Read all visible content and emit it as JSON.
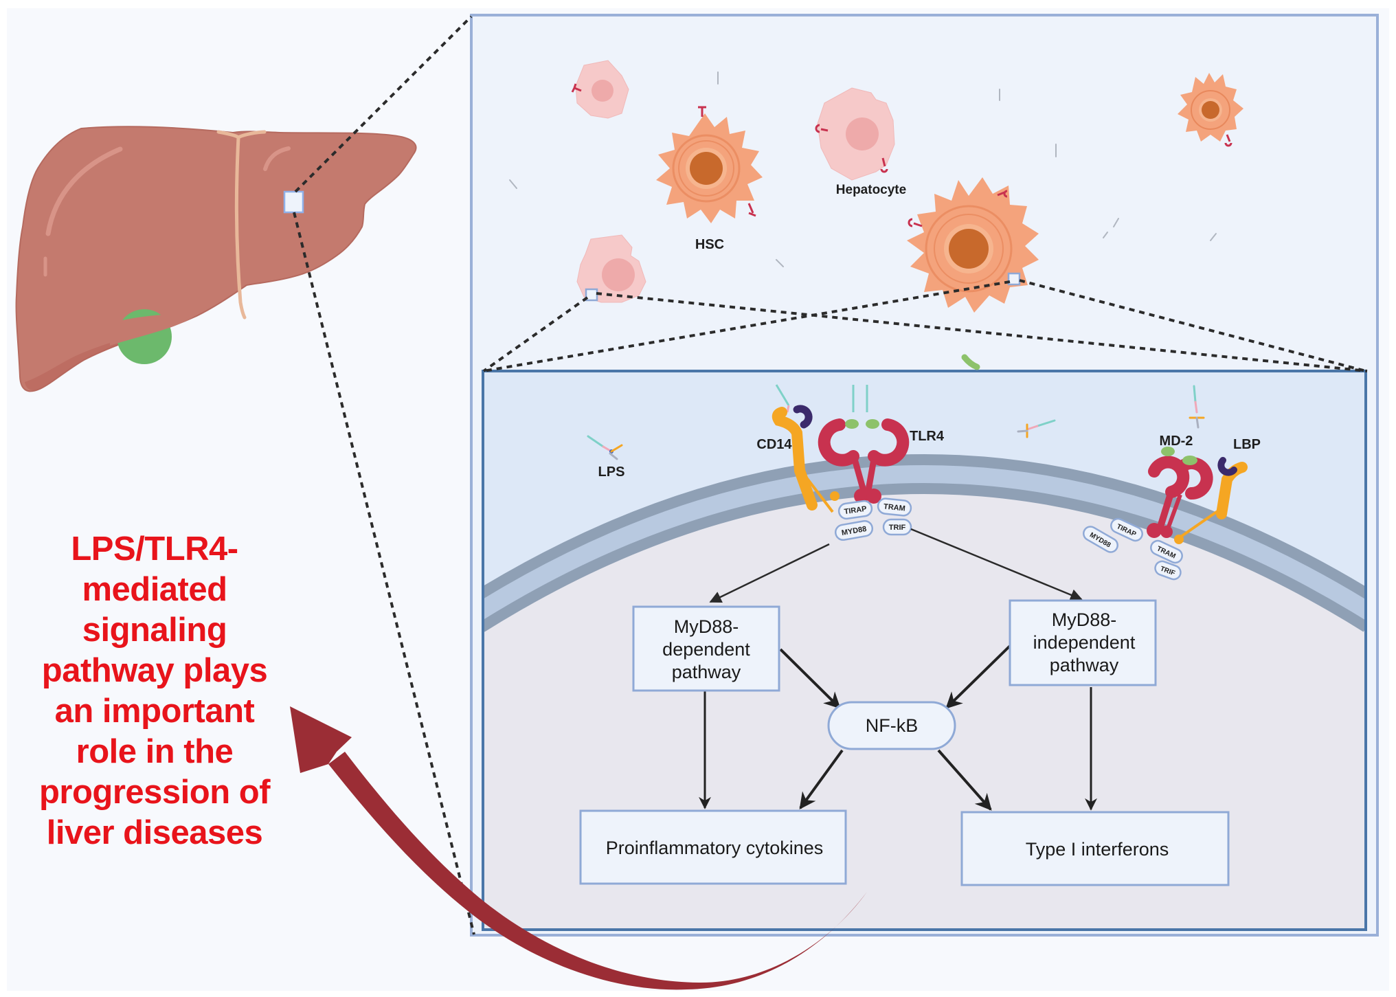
{
  "figure": {
    "colors": {
      "page_bg": "#f7f9fd",
      "liver": "#c47a6e",
      "liver_highlight": "#d89488",
      "gallbladder": "#6cb96c",
      "outer_frame_border": "#9ab0d8",
      "outer_frame_fill": "#eef3fb",
      "inner_frame_border": "#4a76a8",
      "extracellular": "#dde8f7",
      "cytoplasm": "#e8e7ee",
      "membrane_dark": "#8fa0b5",
      "membrane_light": "#b8c9e0",
      "hsc_cell": "#f4a37c",
      "hsc_nucleus": "#c8692c",
      "hepatocyte_cell": "#f6c9c9",
      "hepatocyte_nucleus": "#eeaaaa",
      "tlr4": "#c8324f",
      "cd14": "#f5a623",
      "lbp": "#3b2a6b",
      "md2": "#8dc26b",
      "box_fill": "#eef3fb",
      "box_border": "#8fa9d6",
      "summary_text": "#e8141b",
      "curved_arrow": "#9b2d35"
    },
    "cells": {
      "hsc_label": "HSC",
      "hepatocyte_label": "Hepatocyte"
    },
    "membrane_labels": {
      "lps": "LPS",
      "cd14": "CD14",
      "tlr4": "TLR4",
      "md2": "MD-2",
      "lbp": "LBP"
    },
    "adaptors": {
      "left_complex": [
        "TIRAP",
        "MYD88",
        "TRAM",
        "TRIF"
      ],
      "right_complex": [
        "MYD88",
        "TIRAP",
        "TRAM",
        "TRIF"
      ]
    },
    "pathway": {
      "myd88_dependent": [
        "MyD88-",
        "dependent",
        "pathway"
      ],
      "myd88_independent": [
        "MyD88-",
        "independent",
        "pathway"
      ],
      "nfkb": "NF-kB",
      "proinflammatory": "Proinflammatory cytokines",
      "interferons": "Type I interferons"
    },
    "summary": {
      "lines": [
        "LPS/TLR4-",
        "mediated",
        "signaling",
        "pathway plays",
        "an important",
        "role in the",
        "progression of",
        "liver diseases"
      ]
    }
  }
}
